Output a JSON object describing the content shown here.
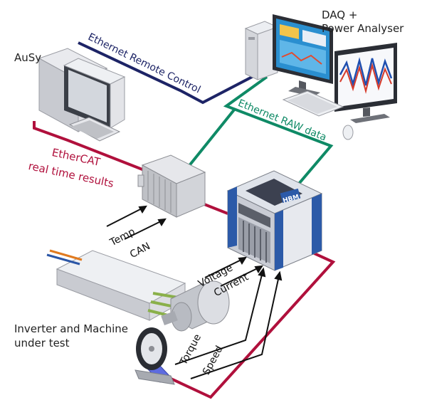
{
  "labels": {
    "ausy": "AuSy",
    "daq_line1": "DAQ +",
    "daq_line2": "Power Analyser",
    "inverter_line1": "Inverter and Machine",
    "inverter_line2": "under test",
    "ethercat_line1": "EtherCAT",
    "ethercat_line2": "real time results",
    "hbm_logo": "HBM"
  },
  "links": {
    "ethernet_remote": "Ethernet Remote Control",
    "ethernet_raw": "Ethernet RAW data"
  },
  "signals": {
    "temp": "Temp",
    "can": "CAN",
    "voltage": "Voltage",
    "current": "Current",
    "torque": "Torque",
    "speed": "Speed"
  },
  "colors": {
    "ethernet_remote": "#1d2466",
    "ethernet_raw": "#0f8a66",
    "ethercat": "#b0103c",
    "signal": "#111111"
  }
}
